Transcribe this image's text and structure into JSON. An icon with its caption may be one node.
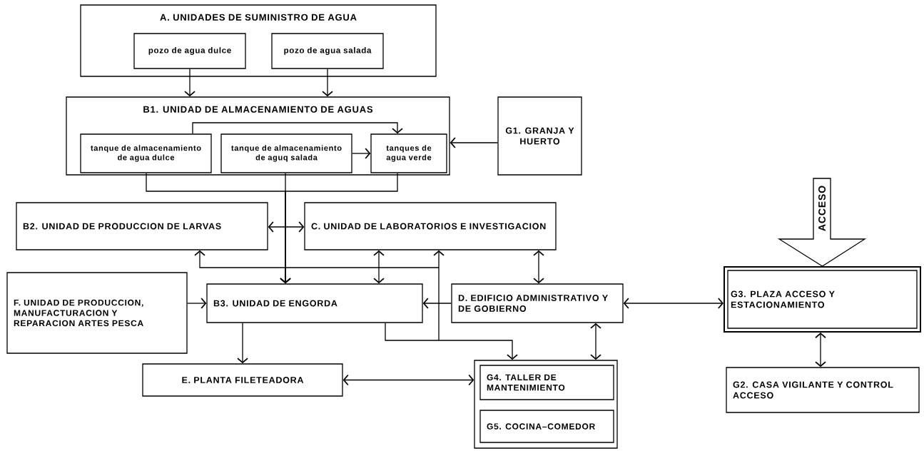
{
  "diagram": {
    "nodes": [
      {
        "text": [
          "A. UNIDADES DE SUMINISTRO DE AGUA"
        ]
      },
      {
        "text": [
          "pozo de agua dulce"
        ],
        "in": 0
      },
      {
        "text": [
          "pozo de agua salada"
        ],
        "in": 0
      },
      {
        "text": [
          "B1. UNIDAD DE ALMACENAMIENTO DE AGUAS"
        ]
      },
      {
        "text": [
          "tanque de almacenamiento de agua dulce"
        ],
        "in": 3
      },
      {
        "text": [
          "tanque de almacenamiento de aguq salada"
        ],
        "in": 3
      },
      {
        "text": [
          "tanques de agua verde"
        ],
        "in": 3
      },
      {
        "text": [
          "G1. GRANJA Y HUERTO"
        ]
      },
      {
        "text": [
          "B2. UNIDAD DE PRODUCCION DE LARVAS"
        ]
      },
      {
        "text": [
          "C. UNIDAD DE LABORATORIOS E INVESTIGACION"
        ]
      },
      {
        "text": [
          "F. UNIDAD DE PRODUCCION, MANUFACTURACION Y REPARACION ARTES PESCA"
        ]
      },
      {
        "text": [
          "B3. UNIDAD DE ENGORDA"
        ]
      },
      {
        "text": [
          "D. EDIFICIO ADMINISTRATIVO Y DE GOBIERNO"
        ]
      },
      {
        "text": [
          "G3. PLAZA ACCESO Y ESTACIONAMIENTO"
        ]
      },
      {
        "text": [
          "E. PLANTA FILETEADORA"
        ]
      },
      {
        "text": [],
        "shape": "box"
      },
      {
        "text": [
          "G4. TALLER DE MANTENIMIENTO"
        ],
        "in": 15
      },
      {
        "text": [
          "G5. COCINA–COMEDOR"
        ],
        "in": 15
      },
      {
        "text": [
          "G2. CASA VIGILANTE Y CONTROL ACCESO"
        ]
      }
    ],
    "edges": [
      {
        "from": 1,
        "to": 3,
        "arrow": "to"
      },
      {
        "from": 2,
        "to": 3,
        "arrow": "to"
      },
      {
        "from": 4,
        "to": 6,
        "arrow": "to"
      },
      {
        "from": 5,
        "to": 6,
        "arrow": "to"
      },
      {
        "from": 7,
        "to": 3,
        "arrow": "to"
      },
      {
        "from": 4,
        "to": 11,
        "arrow": "to"
      },
      {
        "from": 5,
        "to": 11,
        "arrow": "to"
      },
      {
        "from": 6,
        "to": 11,
        "arrow": "to"
      },
      {
        "from": 8,
        "to": 9,
        "arrow": "both"
      },
      {
        "from": 8,
        "to": 9,
        "arrow": "both"
      },
      {
        "from": 9,
        "to": 11,
        "arrow": "both"
      },
      {
        "from": 11,
        "to": 15,
        "arrow": "to"
      },
      {
        "from": 12,
        "to": 9,
        "arrow": "both"
      },
      {
        "from": 12,
        "to": 11,
        "arrow": "to"
      },
      {
        "from": 12,
        "to": 15,
        "arrow": "both"
      },
      {
        "from": 14,
        "to": 15,
        "arrow": "both"
      },
      {
        "from": 11,
        "to": 14,
        "arrow": "to"
      },
      {
        "from": 10,
        "to": 11,
        "arrow": "to"
      },
      {
        "from": 12,
        "to": 13,
        "arrow": "both"
      },
      {
        "from": 13,
        "to": 18,
        "arrow": "both"
      },
      {
        "from": null,
        "to": 13,
        "arrow": "to",
        "label": "ACCESO"
      }
    ]
  }
}
